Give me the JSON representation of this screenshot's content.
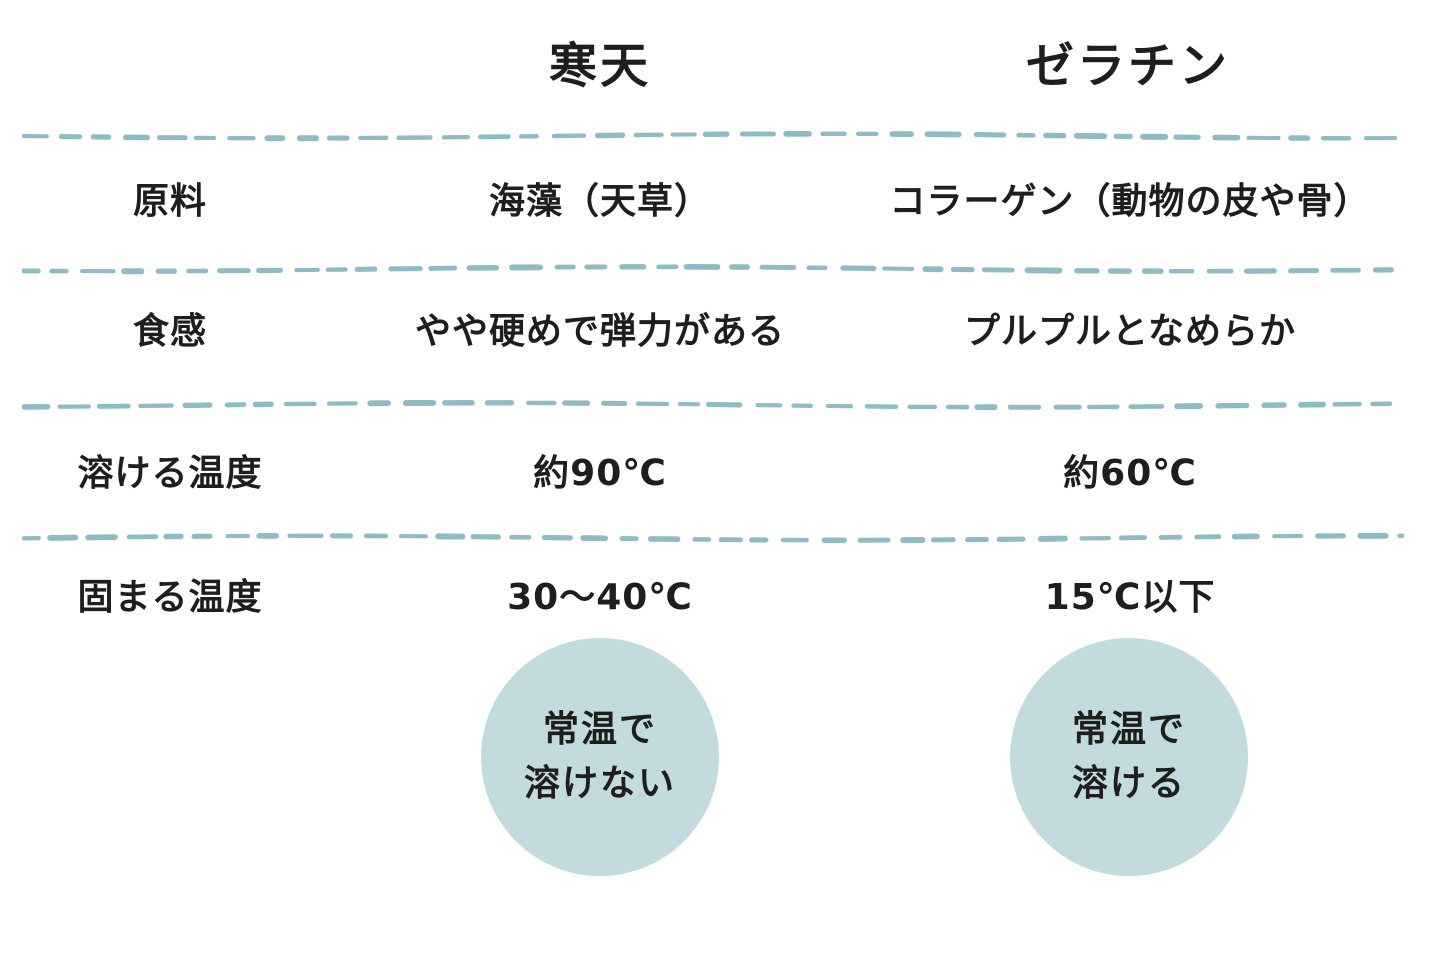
{
  "header": {
    "kanten": "寒天",
    "gelatin": "ゼラチン"
  },
  "rows": [
    {
      "label": "原料",
      "kanten": "海藻（天草）",
      "gelatin": "コラーゲン（動物の皮や骨）"
    },
    {
      "label": "食感",
      "kanten": "やや硬めで弾力がある",
      "gelatin": "プルプルとなめらか"
    },
    {
      "label": "溶ける温度",
      "kanten": "約90℃",
      "gelatin": "約60℃"
    },
    {
      "label": "固まる温度",
      "kanten": "30〜40℃",
      "gelatin": "15℃以下"
    }
  ],
  "notes": {
    "kanten": {
      "line1": "常温で",
      "line2": "溶けない"
    },
    "gelatin": {
      "line1": "常温で",
      "line2": "溶ける"
    }
  },
  "colors": {
    "divider": "#8fbcc4",
    "circle": "#c3dbdf",
    "text": "#1e1e1e"
  }
}
